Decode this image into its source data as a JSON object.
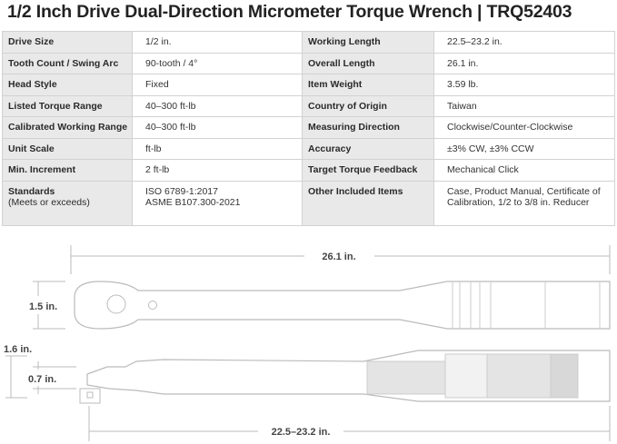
{
  "title": "1/2 Inch Drive Dual-Direction Micrometer Torque Wrench | TRQ52403",
  "specs": [
    {
      "label": "Drive Size",
      "value": "1/2 in.",
      "label2": "Working Length",
      "value2": "22.5–23.2 in."
    },
    {
      "label": "Tooth Count / Swing Arc",
      "value": "90-tooth / 4°",
      "label2": "Overall Length",
      "value2": "26.1 in."
    },
    {
      "label": "Head Style",
      "value": "Fixed",
      "label2": "Item Weight",
      "value2": "3.59 lb."
    },
    {
      "label": "Listed Torque Range",
      "value": "40–300 ft-lb",
      "label2": "Country of Origin",
      "value2": "Taiwan"
    },
    {
      "label": "Calibrated Working Range",
      "value": "40–300 ft-lb",
      "label2": "Measuring Direction",
      "value2": "Clockwise/Counter-Clockwise"
    },
    {
      "label": "Unit Scale",
      "value": "ft-lb",
      "label2": "Accuracy",
      "value2": "±3% CW,  ±3% CCW"
    },
    {
      "label": "Min. Increment",
      "value": "2 ft-lb",
      "label2": "Target Torque Feedback",
      "value2": "Mechanical Click"
    }
  ],
  "standards": {
    "label": "Standards",
    "sublabel": "(Meets or exceeds)",
    "value_line1": "ISO 6789-1:2017",
    "value_line2": "ASME B107.300-2021",
    "label2": "Other Included Items",
    "value2_line1": "Case, Product Manual, Certificate of",
    "value2_line2": "Calibration, 1/2 to 3/8 in. Reducer"
  },
  "dimensions": {
    "overall_length": "26.1 in.",
    "head_width": "1.5 in.",
    "head_height": "1.6 in.",
    "drive_height": "0.7 in.",
    "working_length": "22.5–23.2 in."
  }
}
